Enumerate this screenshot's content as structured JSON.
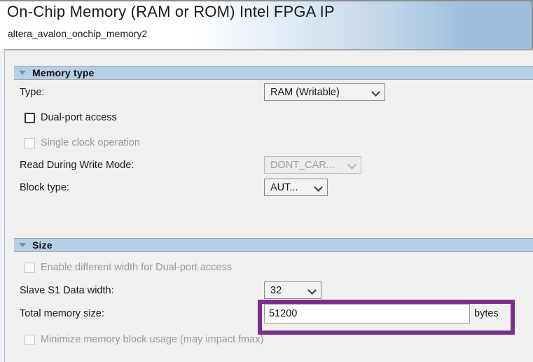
{
  "header": {
    "title": "On-Chip Memory (RAM or ROM) Intel FPGA IP",
    "subtitle": "altera_avalon_onchip_memory2"
  },
  "sections": [
    {
      "id": "memory-type",
      "label": "Memory type",
      "expanded_icon": "triangle-down-icon",
      "fields": {
        "type_label": "Type:",
        "type_value": "RAM (Writable)",
        "dual_port_label": "Dual-port access",
        "dual_port_checked": false,
        "single_clock_label": "Single clock operation",
        "single_clock_checked": false,
        "single_clock_disabled": true,
        "rdw_label": "Read During Write Mode:",
        "rdw_value": "DONT_CAR...",
        "rdw_disabled": true,
        "block_type_label": "Block type:",
        "block_type_value": "AUT..."
      }
    },
    {
      "id": "size",
      "label": "Size",
      "expanded_icon": "triangle-down-icon",
      "fields": {
        "enable_diff_width_label": "Enable different width for Dual-port access",
        "enable_diff_width_checked": false,
        "enable_diff_width_disabled": true,
        "data_width_label": "Slave S1 Data width:",
        "data_width_value": "32",
        "total_memory_label": "Total memory size:",
        "total_memory_value": "51200",
        "total_memory_unit": "bytes",
        "minimize_label": "Minimize memory block usage (may impact fmax)",
        "minimize_checked": false,
        "minimize_disabled": true
      }
    }
  ],
  "annotation": {
    "name": "total-memory-size-highlight",
    "color": "#7B2D8E"
  }
}
